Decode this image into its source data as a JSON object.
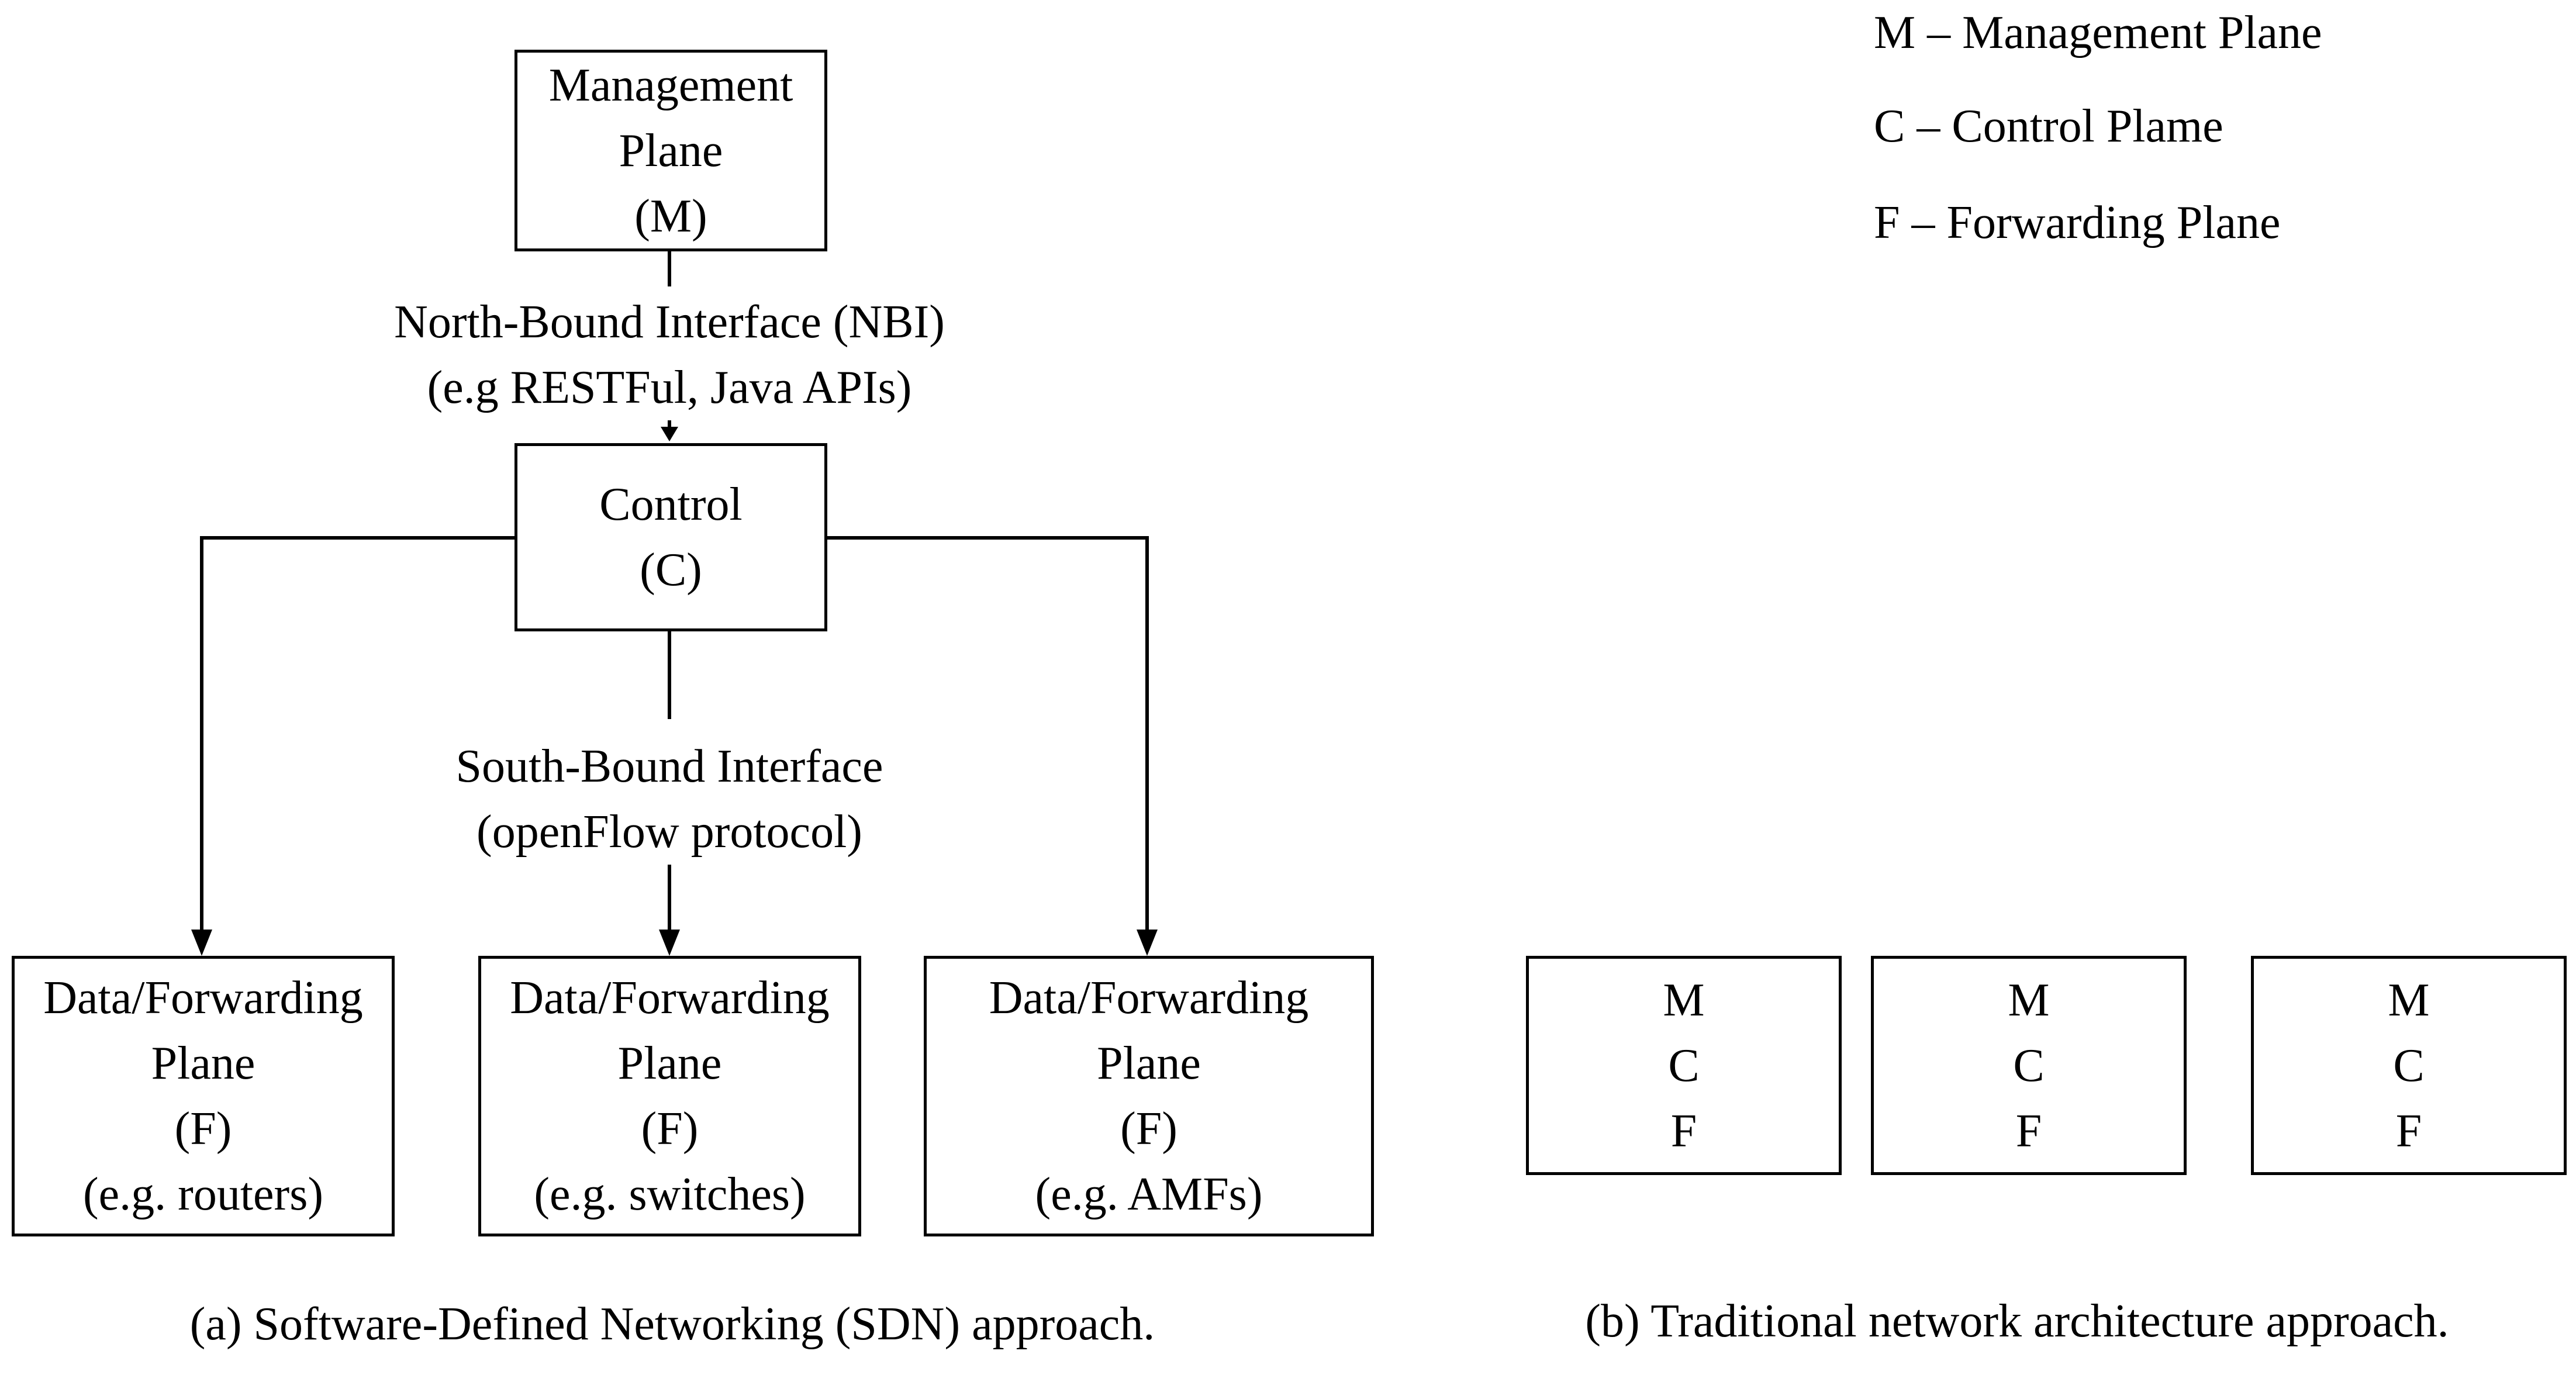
{
  "sdn": {
    "management": {
      "line1": "Management",
      "line2": "Plane",
      "line3": "(M)"
    },
    "nbi": {
      "line1": "North-Bound Interface (NBI)",
      "line2": "(e.g RESTFul, Java APIs)"
    },
    "control": {
      "line1": "Control",
      "line2": "(C)"
    },
    "sbi": {
      "line1": "South-Bound Interface",
      "line2": "(openFlow protocol)"
    },
    "planes": [
      {
        "line1": "Data/Forwarding",
        "line2": "Plane",
        "line3": "(F)",
        "line4": "(e.g. routers)"
      },
      {
        "line1": "Data/Forwarding",
        "line2": "Plane",
        "line3": "(F)",
        "line4": "(e.g. switches)"
      },
      {
        "line1": "Data/Forwarding",
        "line2": "Plane",
        "line3": "(F)",
        "line4": "(e.g. AMFs)"
      }
    ],
    "caption": "(a) Software-Defined Networking (SDN) approach."
  },
  "traditional": {
    "nodes": [
      {
        "m": "M",
        "c": "C",
        "f": "F"
      },
      {
        "m": "M",
        "c": "C",
        "f": "F"
      },
      {
        "m": "M",
        "c": "C",
        "f": "F"
      }
    ],
    "caption": "(b) Traditional network architecture approach."
  },
  "legend": {
    "m": "M – Management Plane",
    "c": "C – Control Plame",
    "f": "F – Forwarding Plane"
  }
}
